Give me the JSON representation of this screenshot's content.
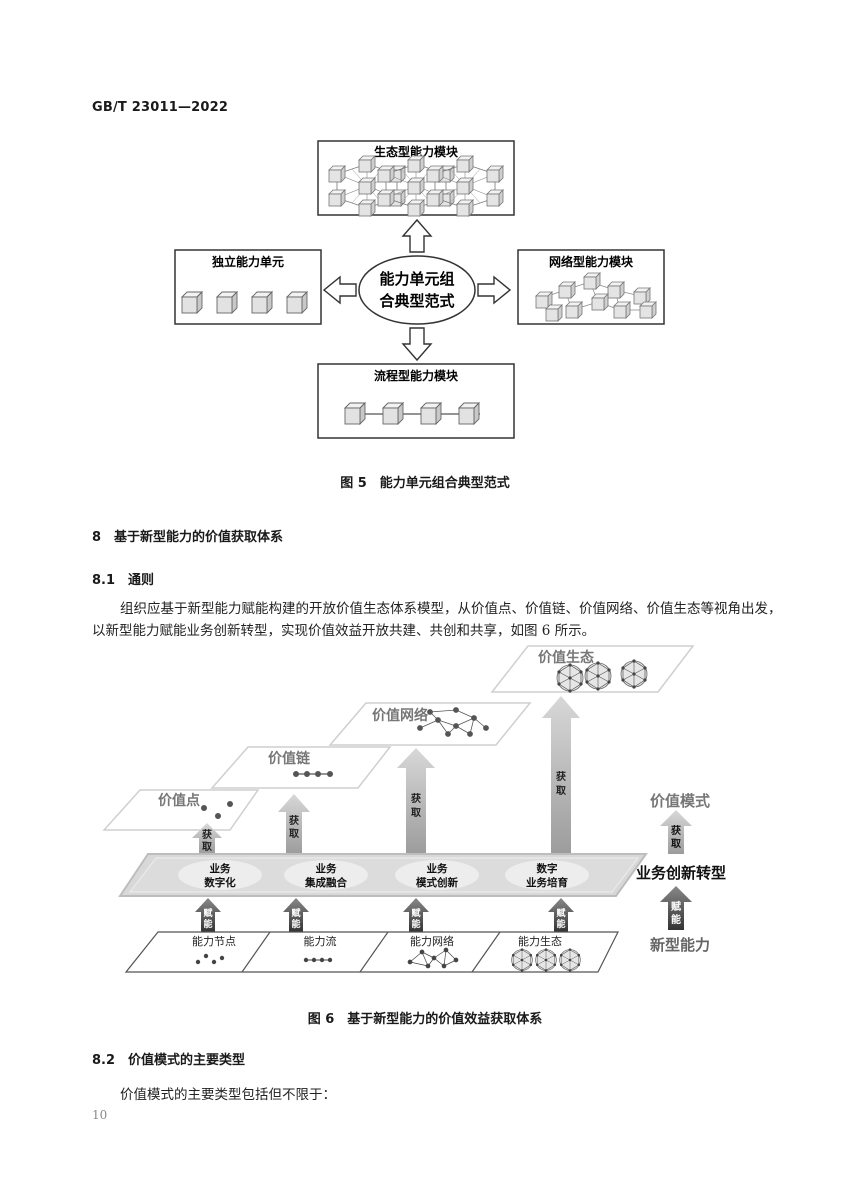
{
  "header": {
    "standard_no": "GB/T 23011—2022"
  },
  "figure5": {
    "caption": "图 5　能力单元组合典型范式",
    "center": {
      "line1": "能力单元组",
      "line2": "合典型范式"
    },
    "boxes": {
      "top": "生态型能力模块",
      "left": "独立能力单元",
      "right": "网络型能力模块",
      "bottom": "流程型能力模块"
    }
  },
  "section8": {
    "title": "8　基于新型能力的价值获取体系"
  },
  "section8_1": {
    "title": "8.1　通则",
    "paragraph": "组织应基于新型能力赋能构建的开放价值生态体系模型，从价值点、价值链、价值网络、价值生态等视角出发，以新型能力赋能业务创新转型，实现价值效益开放共建、共创和共享，如图 6 所示。"
  },
  "figure6": {
    "caption": "图 6　基于新型能力的价值效益获取体系",
    "value_levels": [
      "价值点",
      "价值链",
      "价值网络",
      "价值生态"
    ],
    "obtain_label": {
      "c1": "获",
      "c2": "取"
    },
    "enable_label": {
      "c1": "赋",
      "c2": "能"
    },
    "business_items": [
      {
        "line1": "业务",
        "line2": "数字化"
      },
      {
        "line1": "业务",
        "line2": "集成融合"
      },
      {
        "line1": "业务",
        "line2": "模式创新"
      },
      {
        "line1": "数字",
        "line2": "业务培育"
      }
    ],
    "capability_items": [
      "能力节点",
      "能力流",
      "能力网络",
      "能力生态"
    ],
    "legend": {
      "value_mode": "价值模式",
      "business": "业务创新转型",
      "new_capability": "新型能力"
    }
  },
  "section8_2": {
    "title": "8.2　价值模式的主要类型",
    "paragraph": "价值模式的主要类型包括但不限于："
  },
  "footer": {
    "page_number": "10"
  }
}
